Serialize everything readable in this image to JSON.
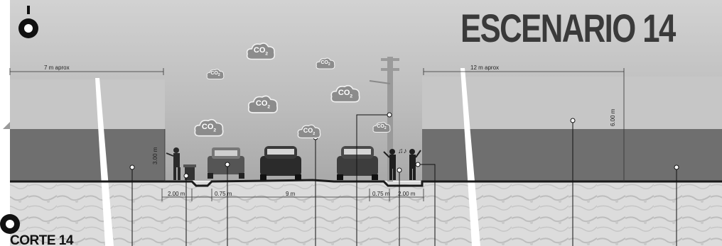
{
  "title": "ESCENARIO 14",
  "section_label": "CORTE 14",
  "co2_label": "CO",
  "co2_sub": "2",
  "dimensions": {
    "left_width": "7 m aprox",
    "right_width": "12 m aprox",
    "left_building_height": "3.00 m",
    "right_building_height": "6.00 m",
    "sidewalk_left": "2.00 m",
    "curb_left": "0.75 m",
    "roadway": "9 m",
    "curb_right": "0.75 m",
    "sidewalk_right": "2.00 m"
  },
  "colors": {
    "sky": "#b9b9b9",
    "building_light": "#c4c4c4",
    "building_dark": "#6e6e6e",
    "ground": "#d8d8d8",
    "road_line": "#1a1a1a",
    "co2_cloud": "#8c8c8c"
  }
}
